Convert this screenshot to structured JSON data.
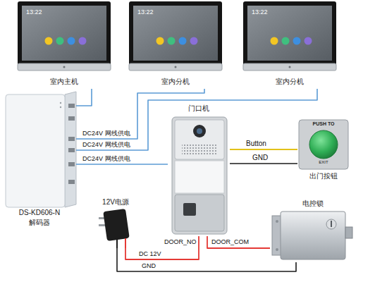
{
  "diagram": {
    "nodes": [
      {
        "text": [
          "13:22",
          "室内主机"
        ]
      },
      {
        "text": [
          "13:22",
          "室内分机"
        ]
      },
      {
        "text": [
          "13:22",
          "室内分机"
        ]
      },
      {
        "text": [
          "DS-KD606-N",
          "解码器"
        ]
      },
      {
        "text": [
          "门口机"
        ]
      },
      {
        "text": [
          "PUSH TO",
          "EXIT",
          "出门按钮"
        ]
      },
      {
        "text": [
          "12V电源"
        ]
      },
      {
        "text": [
          "电控锁"
        ]
      }
    ],
    "edges": [
      {
        "from": 3,
        "to": 0,
        "arrow": "none"
      },
      {
        "from": 3,
        "to": 1,
        "label": "DC24V 网线供电",
        "arrow": "none"
      },
      {
        "from": 3,
        "to": 2,
        "label": "DC24V 网线供电",
        "arrow": "none"
      },
      {
        "from": 3,
        "to": 4,
        "label": "DC24V 网线供电",
        "arrow": "none"
      },
      {
        "from": 4,
        "to": 5,
        "label": "Button",
        "arrow": "none"
      },
      {
        "from": 4,
        "to": 5,
        "label": "GND",
        "arrow": "none"
      },
      {
        "from": 6,
        "to": 4,
        "label": "DC 12V",
        "arrow": "none"
      },
      {
        "from": 4,
        "to": 7,
        "arrow": "none"
      },
      {
        "from": 6,
        "to": 7,
        "label": "GND",
        "arrow": "none"
      }
    ],
    "labels": [
      "DOOR_NO",
      "DOOR_COM"
    ]
  }
}
